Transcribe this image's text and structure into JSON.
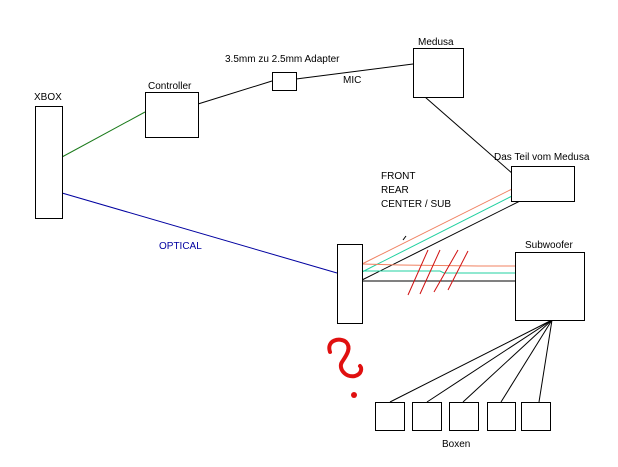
{
  "diagram": {
    "nodes": {
      "xbox": {
        "label": "XBOX"
      },
      "controller": {
        "label": "Controller"
      },
      "adapter": {
        "label": "3.5mm zu 2.5mm Adapter"
      },
      "medusa": {
        "label": "Medusa"
      },
      "medusa_part": {
        "label": "Das Teil vom Medusa"
      },
      "receiver": {
        "label": ""
      },
      "subwoofer": {
        "label": "Subwoofer"
      },
      "speakers": {
        "label": "Boxen",
        "count": 5
      }
    },
    "edge_labels": {
      "mic": "MIC",
      "optical": "OPTICAL",
      "front": "FRONT",
      "rear": "REAR",
      "center_sub": "CENTER / SUB"
    },
    "annotation": {
      "question_mark": "?"
    },
    "colors": {
      "xbox_controller_link": "#1a7a1a",
      "optical_link": "#0000a0",
      "front_cable": "#f08060",
      "rear_cable": "#20d0a0",
      "center_sub_cable": "#000000",
      "strike_marks": "#d01010",
      "question_mark": "#e01010"
    }
  }
}
